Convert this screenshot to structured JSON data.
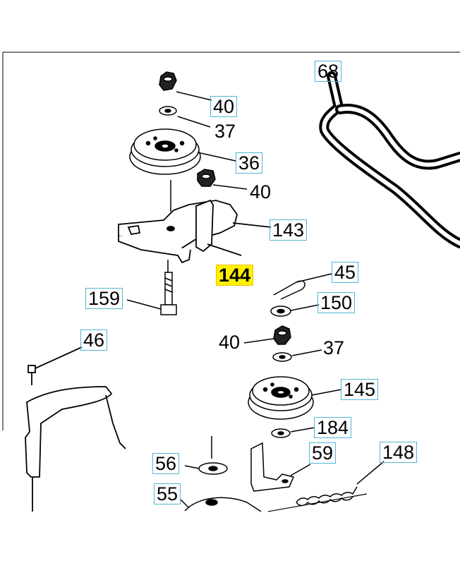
{
  "diagram": {
    "colors": {
      "line": "#000000",
      "label_box": "#4fb6d8",
      "highlight": "#fff200"
    },
    "callouts": [
      {
        "id": "c68a",
        "text": "68",
        "boxed": true
      },
      {
        "id": "c40a",
        "text": "40",
        "boxed": true
      },
      {
        "id": "c37a",
        "text": "37",
        "boxed": false
      },
      {
        "id": "c36",
        "text": "36",
        "boxed": true
      },
      {
        "id": "c40b",
        "text": "40",
        "boxed": false
      },
      {
        "id": "c143",
        "text": "143",
        "boxed": true
      },
      {
        "id": "c144",
        "text": "144",
        "highlight": true
      },
      {
        "id": "c159",
        "text": "159",
        "boxed": true
      },
      {
        "id": "c45",
        "text": "45",
        "boxed": true
      },
      {
        "id": "c150",
        "text": "150",
        "boxed": true
      },
      {
        "id": "c40c",
        "text": "40",
        "boxed": false
      },
      {
        "id": "c37b",
        "text": "37",
        "boxed": false
      },
      {
        "id": "c46",
        "text": "46",
        "boxed": true
      },
      {
        "id": "c145",
        "text": "145",
        "boxed": true
      },
      {
        "id": "c184",
        "text": "184",
        "boxed": true
      },
      {
        "id": "c56",
        "text": "56",
        "boxed": true
      },
      {
        "id": "c59",
        "text": "59",
        "boxed": true
      },
      {
        "id": "c148",
        "text": "148",
        "boxed": true
      },
      {
        "id": "c55",
        "text": "55",
        "boxed": true
      }
    ]
  }
}
